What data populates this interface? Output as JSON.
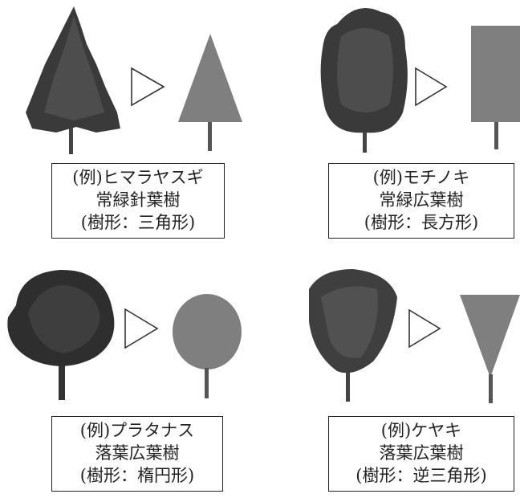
{
  "colors": {
    "shape": "#7f7f7f",
    "trunk": "#555555",
    "foliage": "#2e2e2e",
    "arrow_stroke": "#333333"
  },
  "panels": [
    {
      "shape": "triangle",
      "icons": {
        "photo": "conifer-tree-photo",
        "arrow": "open-arrow-icon"
      },
      "lines": [
        "(例)ヒマラヤスギ",
        "常緑針葉樹",
        "(樹形：三角形)"
      ]
    },
    {
      "shape": "rectangle",
      "icons": {
        "photo": "broadleaf-tree-photo",
        "arrow": "open-arrow-icon"
      },
      "lines": [
        "(例)モチノキ",
        "常緑広葉樹",
        "(樹形：長方形)"
      ]
    },
    {
      "shape": "ellipse",
      "icons": {
        "photo": "plane-tree-photo",
        "arrow": "open-arrow-icon"
      },
      "lines": [
        "(例)プラタナス",
        "落葉広葉樹",
        "(樹形：楕円形)"
      ]
    },
    {
      "shape": "inverted-triangle",
      "icons": {
        "photo": "zelkova-tree-photo",
        "arrow": "open-arrow-icon"
      },
      "lines": [
        "(例)ケヤキ",
        "落葉広葉樹",
        "(樹形：逆三角形)"
      ]
    }
  ]
}
